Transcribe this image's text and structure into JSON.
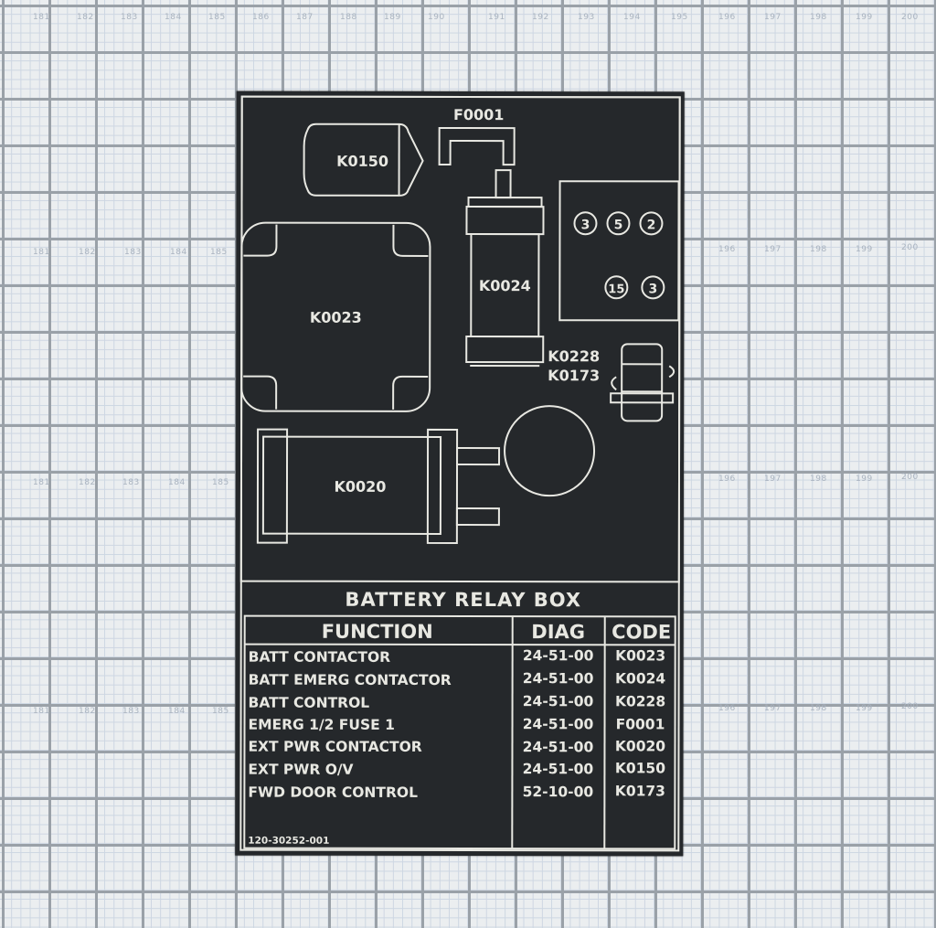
{
  "graph_paper": {
    "colors": {
      "paper": "#ebeef0",
      "major_line": "#9aa1a8",
      "minor_line": "#cdd6e2"
    },
    "row1": [
      "181",
      "182",
      "183",
      "184",
      "185",
      "186",
      "187",
      "188",
      "189",
      "190",
      "191",
      "192",
      "193",
      "194",
      "195",
      "196",
      "197",
      "198",
      "199",
      "200"
    ],
    "row2": [
      "181",
      "182",
      "183",
      "184",
      "185",
      "196",
      "197",
      "198",
      "199",
      "200"
    ],
    "row3": [
      "181",
      "182",
      "183",
      "184",
      "185",
      "196",
      "197",
      "198",
      "199",
      "200"
    ],
    "row4": [
      "181",
      "182",
      "183",
      "184",
      "185",
      "196",
      "197",
      "198",
      "199",
      "200"
    ]
  },
  "placard": {
    "colors": {
      "background": "#25282b",
      "ink": "#e8e8e2"
    },
    "components": {
      "k0150": "K0150",
      "f0001": "F0001",
      "k0023": "K0023",
      "k0024": "K0024",
      "k0228": "K0228",
      "k0173": "K0173",
      "k0020": "K0020"
    },
    "terminals": [
      "3",
      "5",
      "2",
      "15",
      "3"
    ],
    "title": "BATTERY RELAY BOX",
    "table": {
      "headers": [
        "FUNCTION",
        "DIAG",
        "CODE"
      ],
      "rows": [
        [
          "BATT CONTACTOR",
          "24-51-00",
          "K0023"
        ],
        [
          "BATT EMERG CONTACTOR",
          "24-51-00",
          "K0024"
        ],
        [
          "BATT CONTROL",
          "24-51-00",
          "K0228"
        ],
        [
          "EMERG 1/2 FUSE 1",
          "24-51-00",
          "F0001"
        ],
        [
          "EXT PWR CONTACTOR",
          "24-51-00",
          "K0020"
        ],
        [
          "EXT PWR O/V",
          "24-51-00",
          "K0150"
        ],
        [
          "FWD DOOR CONTROL",
          "52-10-00",
          "K0173"
        ]
      ]
    },
    "part_number": "120-30252-001"
  }
}
